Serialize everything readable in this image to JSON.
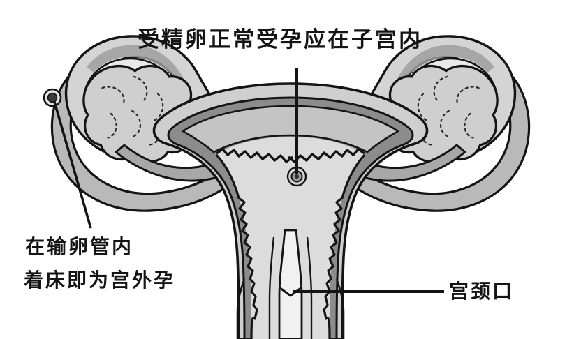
{
  "figure": {
    "title_label": "受精卵正常受孕应在子宫内",
    "ectopic_label_line1": "在输卵管内",
    "ectopic_label_line2": "着床即为宫外孕",
    "cervix_label": "宫颈口",
    "background_color": "#ffffff",
    "ink_color": "#141414",
    "tone_light": "#e9e9e9",
    "tone_mid": "#b9b9b9",
    "tone_dark": "#8c8c8c",
    "tone_cavity": "#dcdcdc"
  }
}
